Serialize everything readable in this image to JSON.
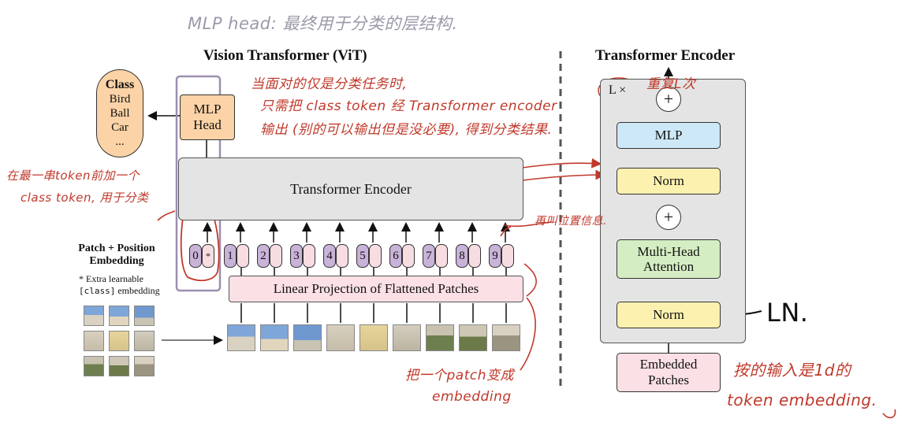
{
  "top_note": "MLP head: 最终用于分类的层结构.",
  "vit": {
    "title": "Vision Transformer (ViT)",
    "class_box": {
      "title": "Class",
      "items": [
        "Bird",
        "Ball",
        "Car",
        "..."
      ]
    },
    "mlp_head": "MLP Head",
    "encoder": "Transformer Encoder",
    "patch_label": "Patch + Position Embedding",
    "extra_note_1": "* Extra learnable",
    "extra_note_2_code": "[class]",
    "extra_note_2_rest": " embedding",
    "linear_projection": "Linear Projection of Flattened Patches",
    "tokens": [
      {
        "num": "0",
        "pos": "*"
      },
      {
        "num": "1",
        "pos": ""
      },
      {
        "num": "2",
        "pos": ""
      },
      {
        "num": "3",
        "pos": ""
      },
      {
        "num": "4",
        "pos": ""
      },
      {
        "num": "5",
        "pos": ""
      },
      {
        "num": "6",
        "pos": ""
      },
      {
        "num": "7",
        "pos": ""
      },
      {
        "num": "8",
        "pos": ""
      },
      {
        "num": "9",
        "pos": ""
      }
    ]
  },
  "encoder_detail": {
    "title": "Transformer Encoder",
    "repeat": "L ×",
    "mlp": "MLP",
    "norm_top": "Norm",
    "mha": "Multi-Head Attention",
    "norm_bottom": "Norm",
    "embedded": "Embedded Patches",
    "plus": "+"
  },
  "annotations": {
    "classification_note_1": "当面对的仅是分类任务时,",
    "classification_note_2": "只需把 class token 经 Transformer encoder",
    "classification_note_3": "输出 (别的可以输出但是没必要), 得到分类结果.",
    "class_token_note_1": "在最一串token前加一个",
    "class_token_note_2": "class token, 用于分类",
    "position_note": "再叫位置信息.",
    "repeat_note": "重复L次",
    "patch_note_1": "把一个patch变成",
    "patch_note_2": "embedding",
    "ln_note": "LN.",
    "input_note_1": "按的输入是1d的",
    "input_note_2": "token embedding."
  },
  "colors": {
    "class_fill": "#fbd3a6",
    "mlp_head_fill": "#fbd3a6",
    "encoder_fill": "#e4e4e4",
    "linear_fill": "#fbe0e5",
    "mlp_fill": "#cde8f7",
    "norm_fill": "#fdf1b0",
    "mha_fill": "#d4edc3",
    "embedded_fill": "#fbe0e5",
    "token_purple": "#c9b3d8",
    "token_pink": "#f7dde2",
    "annotation_red": "#c0392b",
    "highlight_purple": "#9c8fb0"
  }
}
